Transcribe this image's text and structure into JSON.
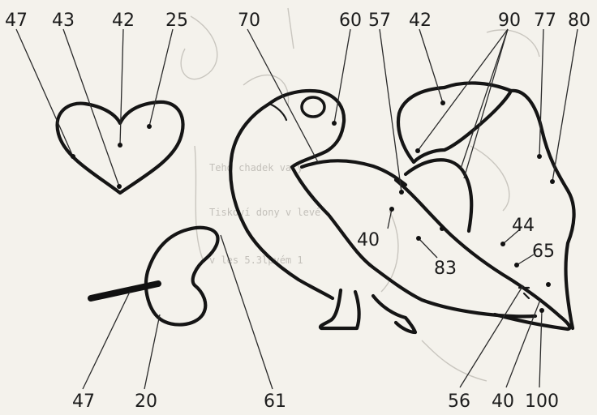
{
  "background_text": [
    "Tehd chadek vaty",
    "Tiskoví dony v levé",
    "v les 5.3lpvém 1"
  ],
  "heart": {
    "labels": [
      "47",
      "43",
      "42",
      "25"
    ]
  },
  "loop": {
    "labels": [
      "47",
      "20",
      "61"
    ]
  },
  "bird": {
    "top_labels": [
      "70",
      "60",
      "57",
      "42",
      "90",
      "77",
      "80"
    ],
    "inner_labels": [
      "40",
      "83",
      "44",
      "65"
    ],
    "bottom_labels": [
      "56",
      "40",
      "100"
    ]
  },
  "colors": {
    "ink": "#151515",
    "paper": "#f4f2ec",
    "ghost": "#c9c6bf"
  }
}
